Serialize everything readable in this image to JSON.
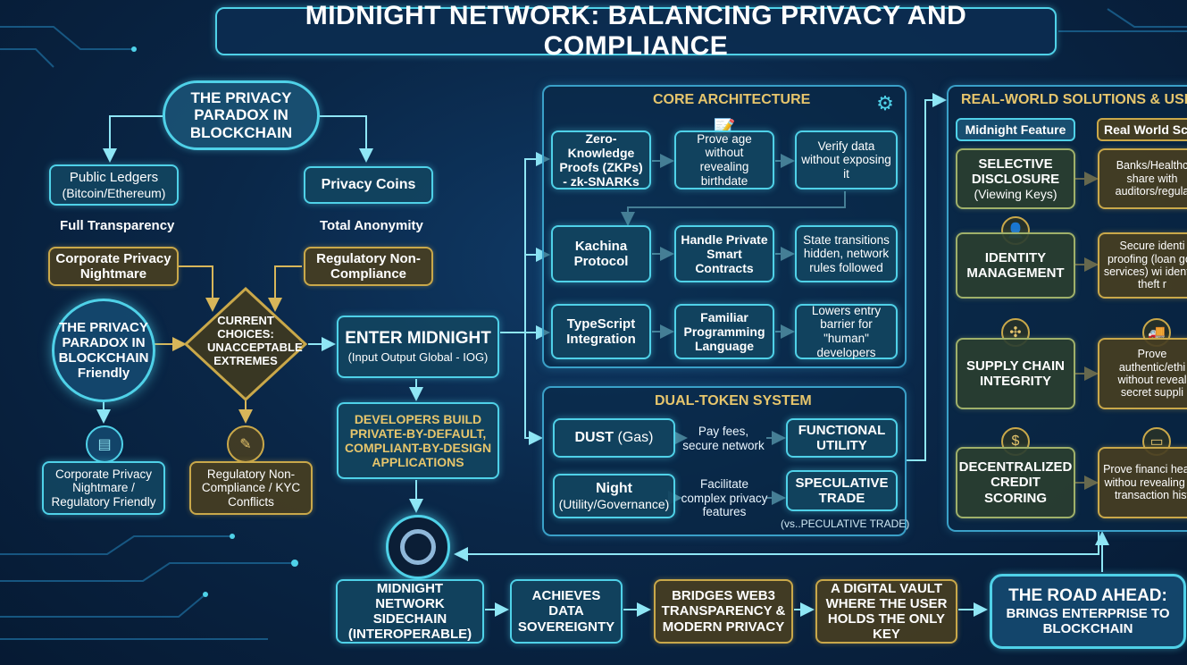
{
  "title": "MIDNIGHT NETWORK: BALANCING PRIVACY AND COMPLIANCE",
  "paradox": {
    "top": "THE PRIVACY PARADOX IN BLOCKCHAIN",
    "public_ledgers_1": "Public Ledgers",
    "public_ledgers_2": "(Bitcoin/Ethereum)",
    "privacy_coins": "Privacy Coins",
    "full_transparency": "Full Transparency",
    "total_anonymity": "Total Anonymity",
    "corporate_nightmare": "Corporate Privacy Nightmare",
    "regulatory_non": "Regulatory Non-Compliance",
    "left_circle": "THE PRIVACY PARADOX IN BLOCKCHAIN Friendly",
    "current_choices": "CURRENT CHOICES: UNACCEPTABLE EXTREMES",
    "bottom_left": "Corporate Privacy Nightmare / Regulatory Friendly",
    "bottom_mid": "Regulatory Non-Compliance / KYC Conflicts"
  },
  "enter": {
    "title": "ENTER MIDNIGHT",
    "sub": "(Input Output Global - IOG)",
    "developers": "DEVELOPERS BUILD PRIVATE-BY-DEFAULT, COMPLIANT-BY-DESIGN APPLICATIONS"
  },
  "core": {
    "title": "CORE ARCHITECTURE",
    "zkp": "Zero-Knowledge Proofs (ZKPs) - zk-SNARKs",
    "prove_age": "Prove age without revealing birthdate",
    "verify": "Verify data without exposing it",
    "kachina": "Kachina Protocol",
    "handle": "Handle Private Smart Contracts",
    "state": "State transitions hidden, network rules followed",
    "ts": "TypeScript Integration",
    "familiar": "Familiar Programming Language",
    "lowers": "Lowers entry barrier for \"human\" developers"
  },
  "dual": {
    "title": "DUAL-TOKEN SYSTEM",
    "dust_bold": "DUST",
    "dust_rest": " (Gas)",
    "pay": "Pay fees, secure network",
    "functional": "FUNCTIONAL UTILITY",
    "night": "Night",
    "night_sub": "(Utility/Governance)",
    "facilitate": "Facilitate complex privacy features",
    "speculative": "SPECULATIVE TRADE",
    "note": "(vs..PECULATIVE TRADE)"
  },
  "real": {
    "title": "REAL-WORLD SOLUTIONS & USE CA",
    "col1": "Midnight Feature",
    "col2": "Real World Scen",
    "f1": "SELECTIVE DISCLOSURE",
    "f1_sub": "(Viewing Keys)",
    "s1": "Banks/Healthc share with auditors/regula",
    "f2": "IDENTITY MANAGEMENT",
    "s2": "Secure identi proofing (loan gov services) wi identity theft r",
    "f3": "SUPPLY CHAIN INTEGRITY",
    "s3": "Prove authentic/ethi without reveal secret suppli",
    "f4": "DECENTRALIZED CREDIT SCORING",
    "s4": "Prove financi health withou revealing ful transaction hist"
  },
  "bottom": {
    "sidechain": "MIDNIGHT NETWORK SIDECHAIN (INTEROPERABLE)",
    "sovereignty": "ACHIEVES DATA SOVEREIGNTY",
    "bridges": "BRIDGES WEB3 TRANSPARENCY & MODERN PRIVACY",
    "vault": "A DIGITAL VAULT WHERE THE USER HOLDS THE ONLY KEY",
    "road_title": "THE ROAD AHEAD:",
    "road_sub": "BRINGS ENTERPRISE TO BLOCKCHAIN"
  },
  "icons": [
    "document-icon",
    "pencil-note-icon",
    "gear-lock-icon",
    "user-icon",
    "network-icon",
    "coin-icon",
    "truck-icon",
    "card-icon",
    "midnight-logo-icon"
  ]
}
